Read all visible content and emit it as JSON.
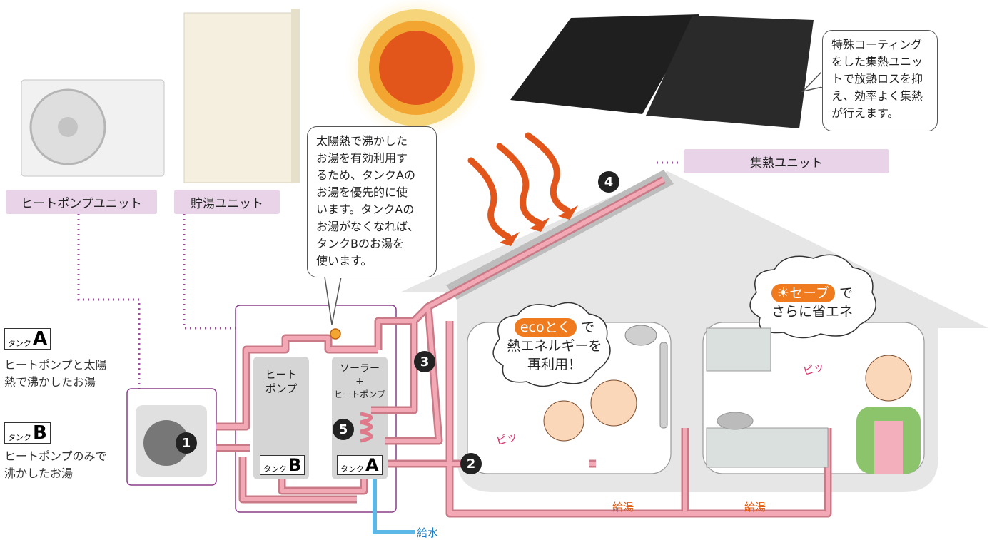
{
  "labels": {
    "heat_pump_unit": "ヒートポンプユニット",
    "storage_unit": "貯湯ユニット",
    "collector_unit": "集熱ユニット"
  },
  "bubbles": {
    "tank_priority": [
      "太陽熱で沸かした",
      "お湯を有効利用す",
      "るため、タンクAの",
      "お湯を優先的に使",
      "います。タンクAの",
      "お湯がなくなれば、",
      "タンクBのお湯を",
      "使います。"
    ],
    "coating": [
      "特殊コーティング",
      "をした集熱ユニッ",
      "トで放熱ロスを抑",
      "え、効率よく集熱",
      "が行えます。"
    ]
  },
  "legend": {
    "tag_prefix": "タンク",
    "tank_a_letter": "A",
    "tank_a_desc_1": "ヒートポンプと太陽",
    "tank_a_desc_2": "熱で沸かしたお湯",
    "tank_b_letter": "B",
    "tank_b_desc_1": "ヒートポンプのみで",
    "tank_b_desc_2": "沸かしたお湯"
  },
  "tanks": {
    "heat_pump_line1": "ヒート",
    "heat_pump_line2": "ポンプ",
    "solar_line1": "ソーラー",
    "solar_line2": "+",
    "solar_line3": "ヒートポンプ",
    "tag_prefix": "タンク",
    "tank_b_letter": "B",
    "tank_a_letter": "A"
  },
  "numbers": [
    "1",
    "2",
    "3",
    "4",
    "5"
  ],
  "pipes": {
    "hot_supply_1": "給湯",
    "hot_supply_2": "給湯",
    "water_supply": "給水"
  },
  "clouds": {
    "eco_pill": "ecoとく",
    "eco_de": "で",
    "eco_line2": "熱エネルギーを",
    "eco_line3": "再利用！",
    "save_pill": "☀セーブ",
    "save_de": "で",
    "save_line2": "さらに省エネ"
  },
  "sfx": {
    "pi_left": "ピッ",
    "pi_right": "ピッ"
  },
  "colors": {
    "pipe_pink": "#f2a9b5",
    "pipe_red": "#c97a86",
    "sun_core": "#e2561c",
    "sun_ring": "#f3a531",
    "house_fill": "#e6e6e6",
    "label_purple": "#e8d3e8",
    "dotted_purple": "#9c4a9c",
    "water_blue": "#5cb8e6",
    "heat_arrow": "#e2561c"
  }
}
